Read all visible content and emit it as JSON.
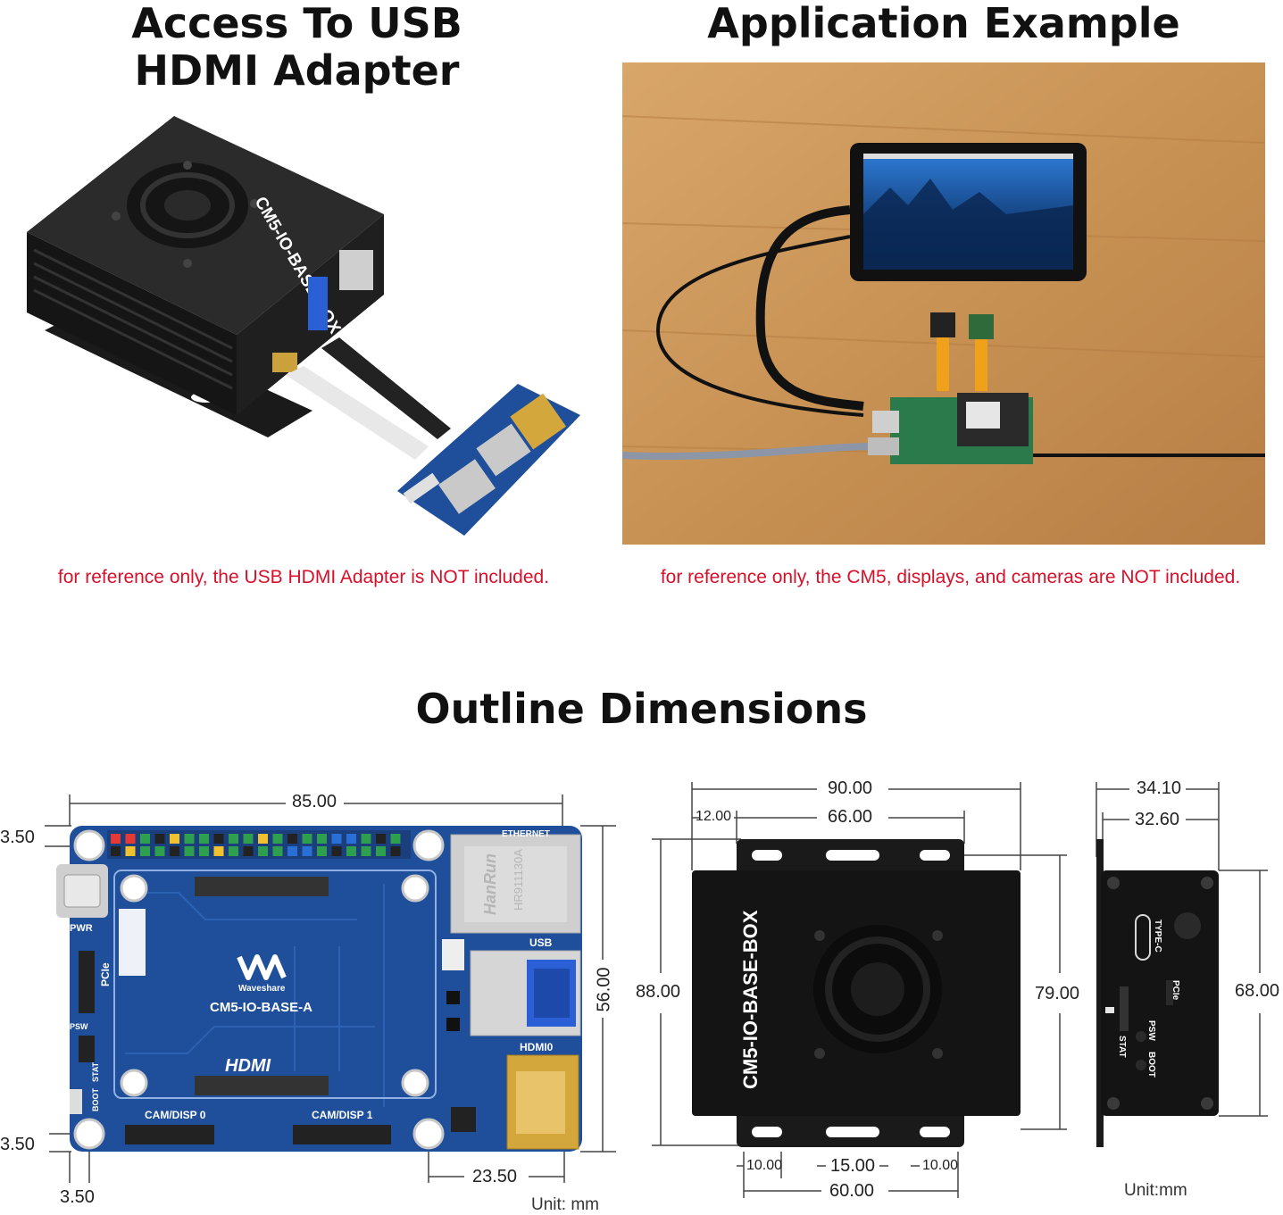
{
  "sections": {
    "left_top": {
      "title_line1": "Access To USB",
      "title_line2": "HDMI Adapter",
      "caption": "for reference only, the USB HDMI Adapter is NOT included.",
      "case_label": "CM5-IO-BASE-BOX"
    },
    "right_top": {
      "title": "Application Example",
      "caption": "for reference only, the CM5, displays, and cameras are NOT included."
    },
    "bottom": {
      "title": "Outline Dimensions"
    }
  },
  "board": {
    "name": "CM5-IO-BASE-A",
    "brand": "Waveshare",
    "labels": {
      "ethernet": "ETHERNET",
      "usb": "USB",
      "hdmi0": "HDMI0",
      "hdmi_logo": "HDMI",
      "pwr": "PWR",
      "pcie": "PCIe",
      "psw": "PSW",
      "stat": "STAT",
      "boot": "BOOT",
      "cam0": "CAM/DISP 0",
      "cam1": "CAM/DISP 1",
      "jack_brand": "HanRun",
      "jack_part": "HR911130A"
    },
    "dims": {
      "width": "85.00",
      "height": "56.00",
      "hole_top": "3.50",
      "hole_bottom": "3.50",
      "hole_left": "3.50",
      "bottom_offset": "23.50"
    },
    "unit": "Unit: mm"
  },
  "box_top": {
    "label": "CM5-IO-BASE-BOX",
    "dims": {
      "width": "90.00",
      "inner": "66.00",
      "offset": "12.00",
      "height": "88.00",
      "body_height": "79.00",
      "slot_left": "10.00",
      "slot_mid": "15.00",
      "slot_right": "10.00",
      "slot_span": "60.00"
    }
  },
  "box_side": {
    "labels": {
      "typec": "TYPE-C",
      "pcie": "PCIe",
      "psw": "PSW",
      "boot": "BOOT",
      "stat": "STAT"
    },
    "dims": {
      "outer": "34.10",
      "inner": "32.60",
      "height": "68.00"
    },
    "unit": "Unit:mm"
  },
  "colors": {
    "caption_red": "#d7102a",
    "board_blue": "#1f4f9a",
    "case_black": "#141414"
  }
}
